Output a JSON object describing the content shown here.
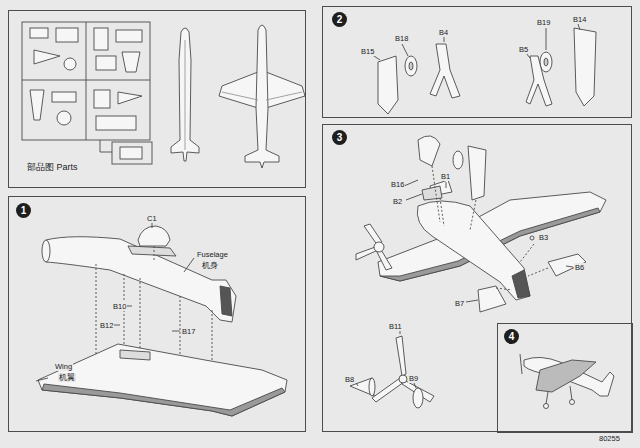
{
  "diagram": {
    "nodes": [
      {
        "text": [
          "部品图 Parts"
        ]
      },
      {
        "text": [
          "1"
        ]
      },
      {
        "text": [
          "2"
        ]
      },
      {
        "text": [
          "3"
        ]
      },
      {
        "text": [
          "4"
        ],
        "in": 3
      }
    ],
    "labels": [
      "C1",
      "Fuselage",
      "机身",
      "B10",
      "B12",
      "B17",
      "Wing",
      "机翼",
      "B15",
      "B18",
      "B4",
      "B19",
      "B14",
      "B5",
      "B16",
      "B1",
      "B2",
      "B3",
      "B6",
      "B7",
      "B11",
      "B8",
      "B9",
      "80255"
    ]
  }
}
